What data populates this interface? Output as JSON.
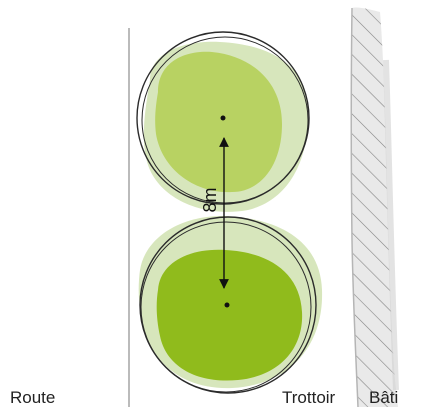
{
  "labels": {
    "route": "Route",
    "trottoir": "Trottoir",
    "bati": "Bâti"
  },
  "spacing": {
    "label": "8m"
  },
  "colors": {
    "canopy_light": "#d7e6bc",
    "canopy_medium": "#b8d262",
    "canopy_dark": "#90bb1c",
    "outline": "#2b2b2b",
    "building_fill": "#e9e9e9",
    "hatch": "#666666"
  }
}
